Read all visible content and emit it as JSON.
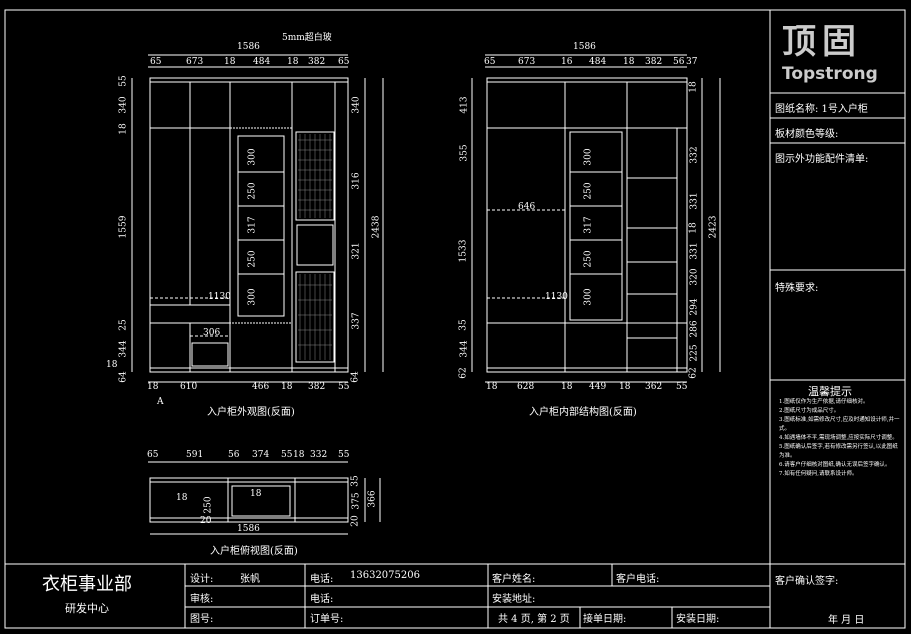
{
  "titleblock": {
    "brand_cn": "顶固",
    "brand_en": "Topstrong",
    "drawing_name": "图纸名称: 1号入户柜",
    "board_color": "板材颜色等级:",
    "accessories": "图示外功能配件清单:",
    "special_req": "特殊要求:",
    "tips_title": "温馨提示",
    "tips_lines": [
      "1.图纸仅作为生产依据,请仔细核对。",
      "2.图纸尺寸为成品尺寸。",
      "3.图纸标准,如需修改尺寸,应及时通知设计师,并一式。",
      "4.如遇墙体不平,需现场调整,应按实际尺寸调整。",
      "5.图纸确认后签字,若有修改需另行签认,以此图纸为准。",
      "6.请客户仔细核对图纸,确认无误后签字确认。",
      "7.如有任何疑问,请联系设计师。"
    ],
    "confirm": "客户确认签字:",
    "date": "年    月    日"
  },
  "footer": {
    "dept": "衣柜事业部",
    "center": "研发中心",
    "designer_label": "设计:",
    "designer": "张帆",
    "phone_label": "电话:",
    "phone": "13632075206",
    "customer_label": "客户姓名:",
    "customer_phone": "客户电话:",
    "review": "审核:",
    "phone2": "电话:",
    "address": "安装地址:",
    "drawing_no": "图号:",
    "order_no": "订单号:",
    "pages": "共 4 页, 第 2 页",
    "order_date": "接单日期:",
    "install_date": "安装日期:"
  },
  "views": {
    "front_caption": "入户柜外观图(反面)",
    "inner_caption": "入户柜内部结构图(反面)",
    "top_caption": "入户柜俯视图(反面)",
    "glass_note": "5mm超白玻",
    "marker_a": "A"
  },
  "dims": {
    "front": {
      "top_total": "1586",
      "top": [
        "65",
        "673",
        "18",
        "484",
        "18",
        "382",
        "65"
      ],
      "bottom": [
        "18",
        "610",
        "466",
        "18",
        "382",
        "55"
      ],
      "left": [
        "55",
        "340",
        "18",
        "1559",
        "25",
        "344",
        "18",
        "64"
      ],
      "right_total": "2438",
      "right": [
        "340",
        "316",
        "321",
        "337",
        "64"
      ],
      "inner": [
        "300",
        "250",
        "317",
        "250",
        "300"
      ],
      "w1130": "1130",
      "w306": "306"
    },
    "inner": {
      "top_total": "1586",
      "top": [
        "65",
        "673",
        "16",
        "484",
        "18",
        "382",
        "56",
        "37"
      ],
      "bottom": [
        "18",
        "628",
        "18",
        "449",
        "18",
        "362",
        "55"
      ],
      "left": [
        "413",
        "355",
        "1533",
        "35",
        "344",
        "62"
      ],
      "right_total": "2423",
      "right": [
        "18",
        "332",
        "331",
        "18",
        "331",
        "320",
        "294",
        "286",
        "225",
        "62"
      ],
      "inner": [
        "300",
        "250",
        "317",
        "250",
        "300"
      ],
      "w646": "646",
      "w1130": "1130"
    },
    "top": {
      "top": [
        "65",
        "591",
        "56",
        "374",
        "55",
        "18",
        "332",
        "55"
      ],
      "right": [
        "35",
        "375",
        "20"
      ],
      "total_depth": "366",
      "small1": "18",
      "small2": "250",
      "small3": "18",
      "small4": "20",
      "total": "1586"
    }
  }
}
